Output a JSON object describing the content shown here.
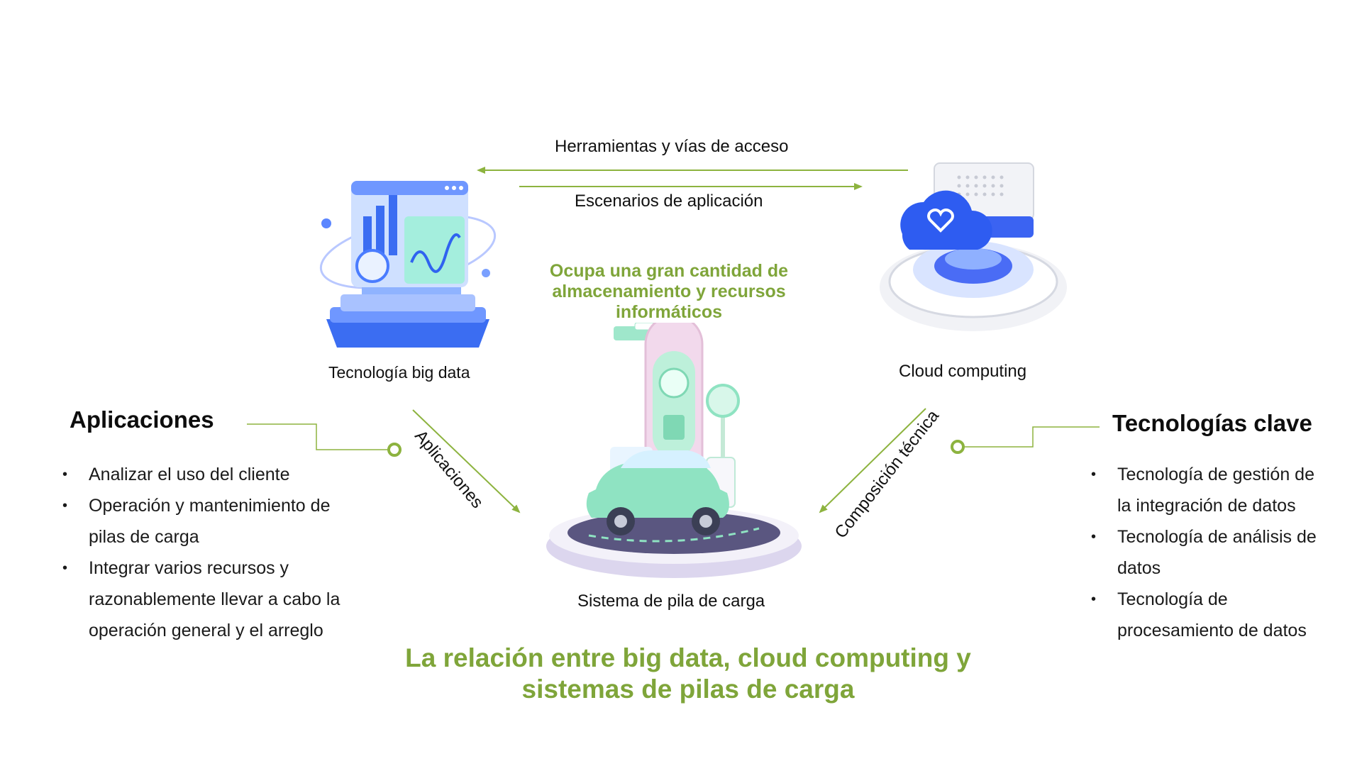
{
  "arrows": {
    "top_left": "Herramientas y vías de acceso",
    "top_right": "Escenarios de aplicación",
    "left_diag": "Aplicaciones",
    "right_diag": "Composición técnica"
  },
  "nodes": {
    "big_data": "Tecnología big data",
    "cloud": "Cloud computing",
    "charging": "Sistema de pila de carga",
    "storage_note": "Ocupa una gran cantidad de almacenamiento y recursos informáticos"
  },
  "applications": {
    "title": "Aplicaciones",
    "items": [
      "Analizar el uso del cliente",
      "Operación y mantenimiento de pilas de carga",
      "Integrar varios recursos y razonablemente llevar a cabo la operación general y el arreglo"
    ]
  },
  "key_tech": {
    "title": "Tecnologías clave",
    "items": [
      "Tecnología de gestión de la integración de datos",
      "Tecnología de análisis de datos",
      "Tecnología de procesamiento de datos"
    ]
  },
  "caption": "La relación entre big data, cloud computing y sistemas de pilas de carga",
  "colors": {
    "accent_green": "#7fa53a",
    "line_green": "#8db33f",
    "illustration_blue": "#3b6df2",
    "illustration_mint": "#8fe3c2"
  }
}
